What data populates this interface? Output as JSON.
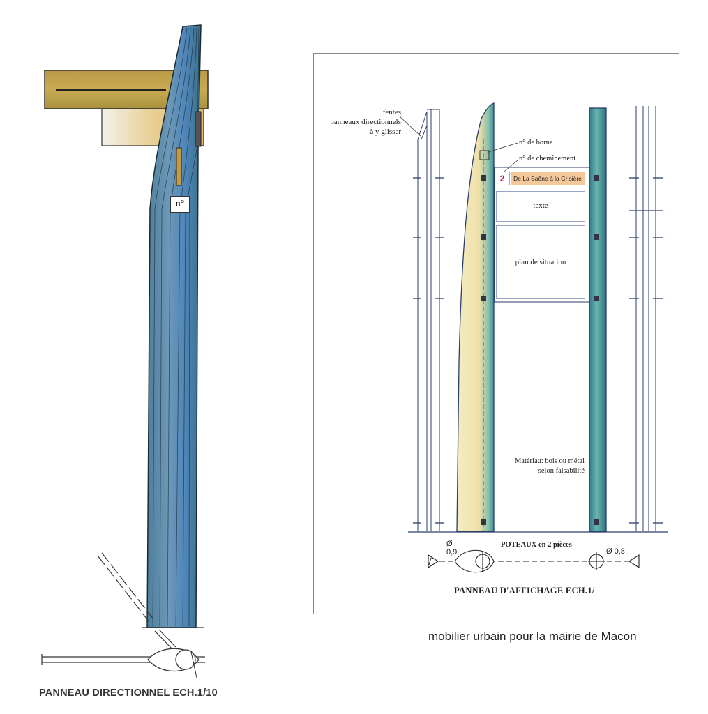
{
  "left_drawing": {
    "number_marker": "n°",
    "title": "PANNEAU DIRECTIONNEL ECH.1/10"
  },
  "right_drawing": {
    "label_slots": "fentes\npanneaux directionnels\nà y glisser",
    "label_bollard_number": "n° de borne",
    "label_route_number": "n° de cheminement",
    "route_number": "2",
    "route_name": "De La Saône à la Grisière",
    "panel_text": "texte",
    "panel_map": "plan de situation",
    "material_note": "Matériau: bois ou métal\nselon faisabilité",
    "posts_note": "POTEAUX en 2 pièces",
    "dim_left": "Ø 0,9",
    "dim_right": "Ø 0,8",
    "title": "PANNEAU D'AFFICHAGE ECH.1/"
  },
  "caption": "mobilier urbain pour la mairie de Macon",
  "colors": {
    "post_blue": "#5f8fb8",
    "post_teal": "#3f9a9a",
    "wood_sign": "#c8a64a",
    "route_label": "#f5c99a",
    "route_number": "#d8163f",
    "cream_post": "#f3e7b9"
  }
}
